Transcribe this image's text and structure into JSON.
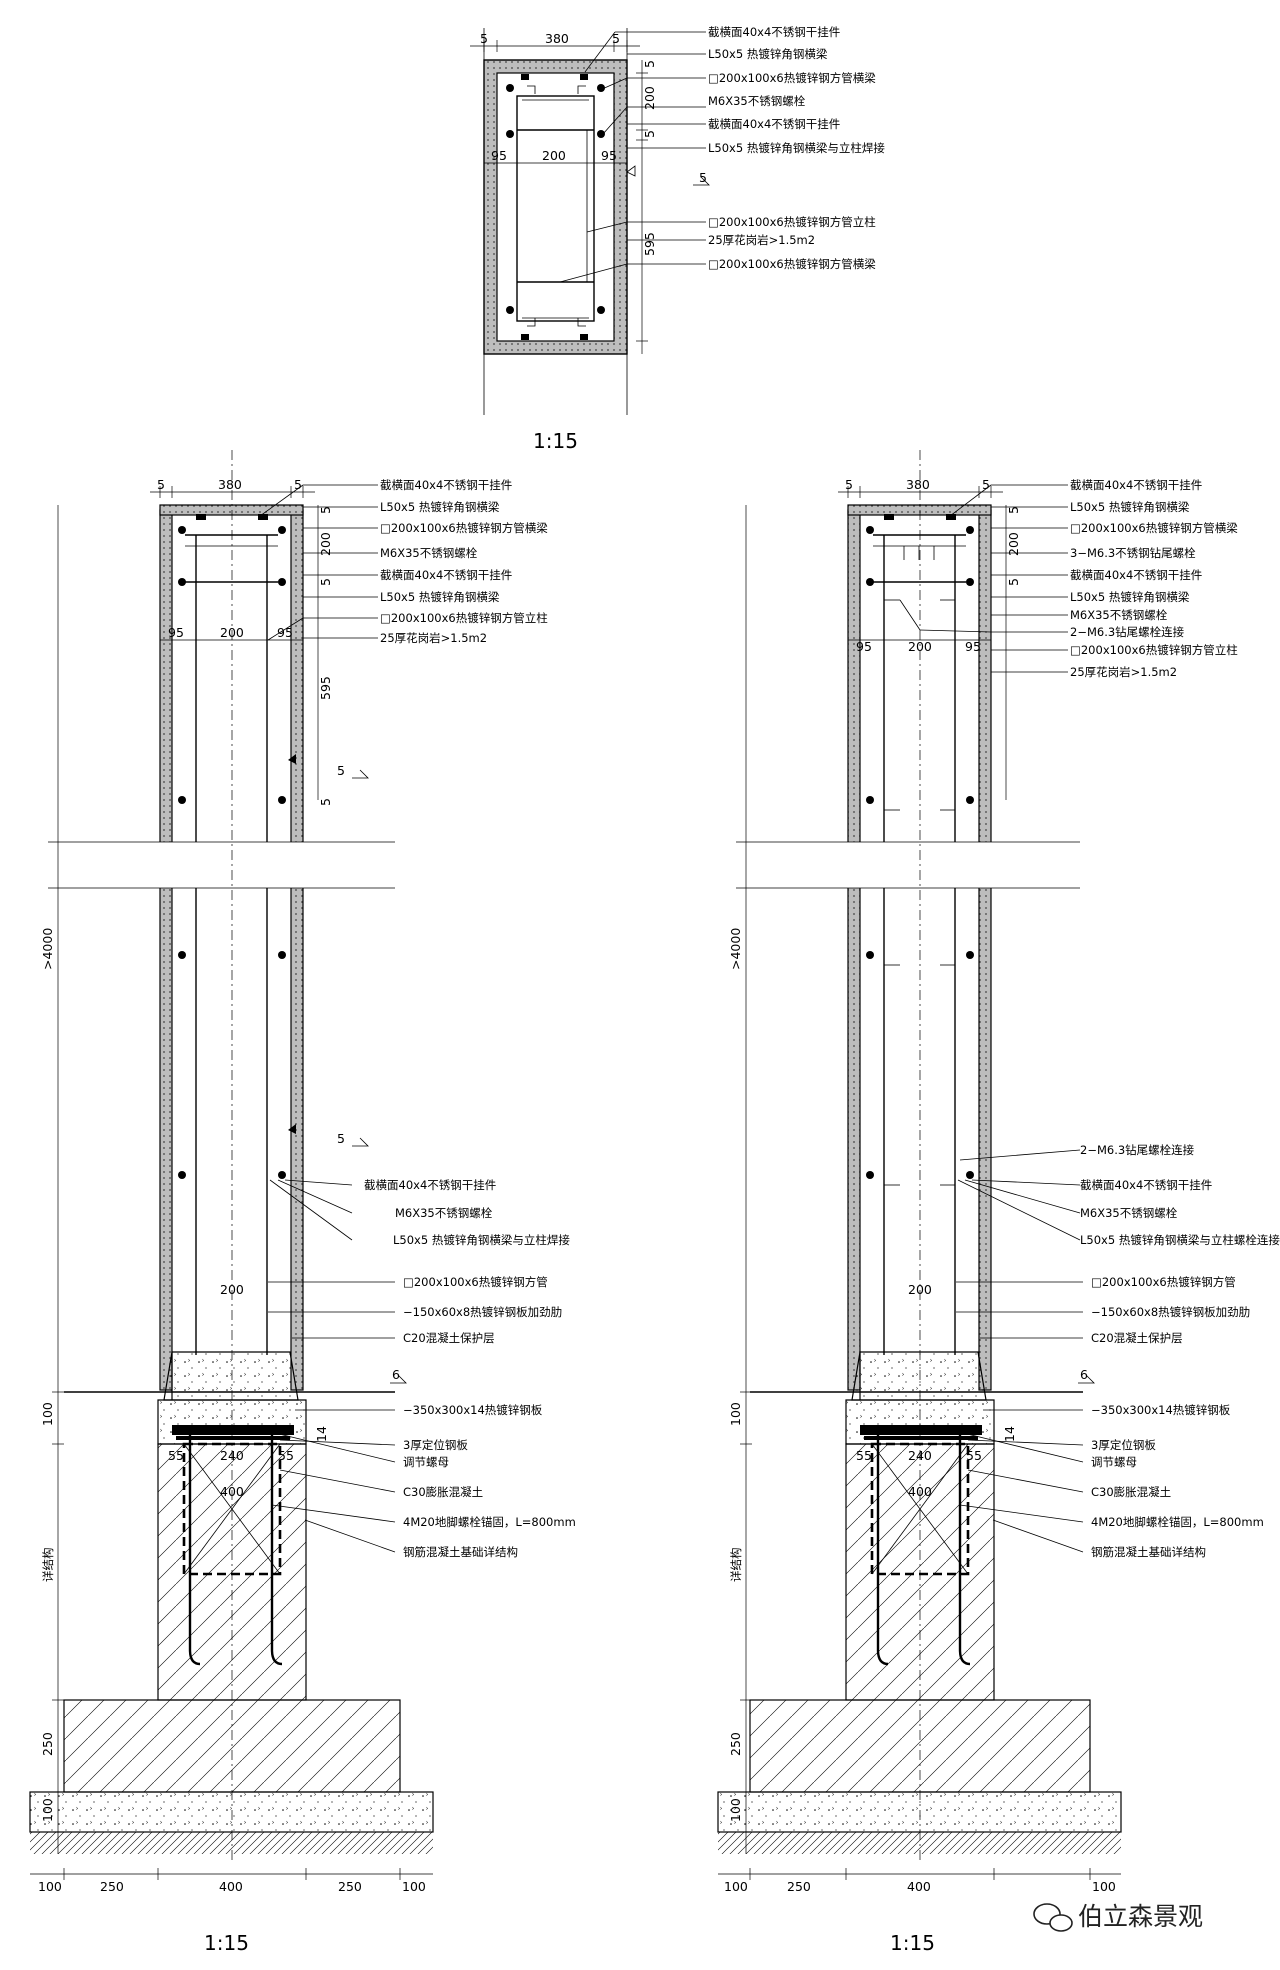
{
  "top_section": {
    "dim_top": [
      "5",
      "380",
      "5"
    ],
    "dim_inner": [
      "95",
      "200",
      "95"
    ],
    "dim_right": [
      "5",
      "200",
      "5",
      "595"
    ],
    "weld": "5",
    "labels": [
      "截横面40x4不锈钢干挂件",
      "L50x5 热镀锌角钢横梁",
      "□200x100x6热镀锌钢方管横梁",
      "M6X35不锈钢螺栓",
      "截横面40x4不锈钢干挂件",
      "L50x5 热镀锌角钢横梁与立柱焊接",
      "□200x100x6热镀锌钢方管立柱",
      "25厚花岗岩>1.5m2",
      "□200x100x6热镀锌钢方管横梁"
    ],
    "scale": "1:15"
  },
  "left_elevation": {
    "dim_top": [
      "5",
      "380",
      "5"
    ],
    "dim_inner": [
      "95",
      "200",
      "95"
    ],
    "dim_right": [
      "5",
      "200",
      "5",
      "595",
      "5"
    ],
    "weld_labels": [
      "5",
      "5"
    ],
    "dim_left": [
      ">4000",
      "100",
      "详结构",
      "250",
      "100"
    ],
    "dim_bottom": [
      "100",
      "250",
      "400",
      "250",
      "100"
    ],
    "base_dims": [
      "55",
      "240",
      "55",
      "400",
      "200",
      "6",
      "14"
    ],
    "labels_top": [
      "截横面40x4不锈钢干挂件",
      "L50x5 热镀锌角钢横梁",
      "□200x100x6热镀锌钢方管横梁",
      "M6X35不锈钢螺栓",
      "截横面40x4不锈钢干挂件",
      "L50x5 热镀锌角钢横梁",
      "□200x100x6热镀锌钢方管立柱",
      "25厚花岗岩>1.5m2"
    ],
    "labels_bottom": [
      "截横面40x4不锈钢干挂件",
      "M6X35不锈钢螺栓",
      "L50x5 热镀锌角钢横梁与立柱焊接",
      "□200x100x6热镀锌钢方管",
      "−150x60x8热镀锌钢板加劲肋",
      "C20混凝土保护层",
      "−350x300x14热镀锌钢板",
      "3厚定位钢板",
      "调节螺母",
      "C30膨胀混凝土",
      "4M20地脚螺栓锚固，L=800mm",
      "钢筋混凝土基础详结构"
    ],
    "scale": "1:15"
  },
  "right_elevation": {
    "dim_top": [
      "5",
      "380",
      "5"
    ],
    "dim_inner": [
      "95",
      "200",
      "95"
    ],
    "dim_right": [
      "5",
      "200",
      "5"
    ],
    "dim_left": [
      ">4000",
      "100",
      "详结构",
      "250",
      "100"
    ],
    "dim_bottom": [
      "100",
      "250",
      "400",
      "100"
    ],
    "base_dims": [
      "55",
      "240",
      "55",
      "400",
      "200",
      "6",
      "14"
    ],
    "labels_top": [
      "截横面40x4不锈钢干挂件",
      "L50x5 热镀锌角钢横梁",
      "□200x100x6热镀锌钢方管横梁",
      "3−M6.3不锈钢钻尾螺栓",
      "截横面40x4不锈钢干挂件",
      "L50x5 热镀锌角钢横梁",
      "M6X35不锈钢螺栓",
      "2−M6.3钻尾螺栓连接",
      "□200x100x6热镀锌钢方管立柱",
      "25厚花岗岩>1.5m2"
    ],
    "labels_bottom": [
      "2−M6.3钻尾螺栓连接",
      "截横面40x4不锈钢干挂件",
      "M6X35不锈钢螺栓",
      "L50x5 热镀锌角钢横梁与立柱螺栓连接",
      "□200x100x6热镀锌钢方管",
      "−150x60x8热镀锌钢板加劲肋",
      "C20混凝土保护层",
      "−350x300x14热镀锌钢板",
      "3厚定位钢板",
      "调节螺母",
      "C30膨胀混凝土",
      "4M20地脚螺栓锚固，L=800mm",
      "钢筋混凝土基础详结构"
    ],
    "scale": "1:15"
  },
  "watermark": "伯立森景观"
}
